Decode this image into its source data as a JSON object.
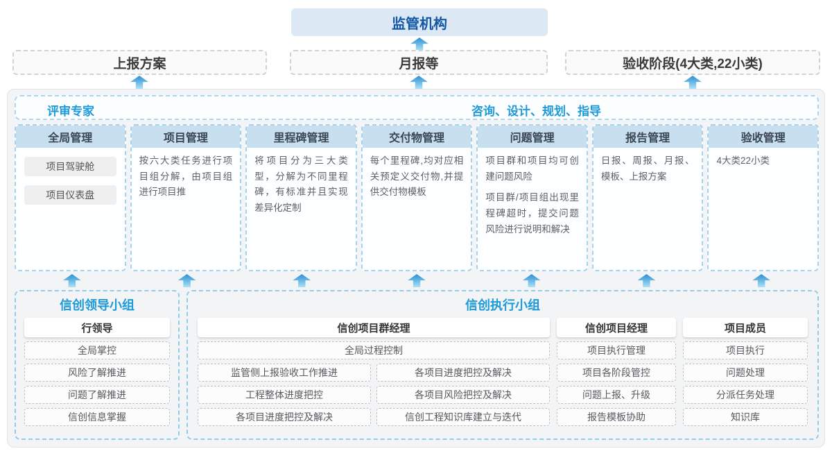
{
  "top": {
    "regulator": "监管机构"
  },
  "report_row": [
    {
      "label": "上报方案"
    },
    {
      "label": "月报等"
    },
    {
      "label": "验收阶段(4大类,22小类)"
    }
  ],
  "panel": {
    "expert_left": "评审专家",
    "expert_right": "咨询、设计、规划、指导",
    "columns": [
      {
        "title": "全局管理",
        "chips": [
          "项目驾驶舱",
          "项目仪表盘"
        ]
      },
      {
        "title": "项目管理",
        "paras": [
          "按六大类任务进行项目组分解，由项目组进行项目推"
        ]
      },
      {
        "title": "里程碑管理",
        "paras": [
          "将项目分为三大类型，分解为不同里程碑，有标准并且实现差异化定制"
        ]
      },
      {
        "title": "交付物管理",
        "paras": [
          "每个里程碑,均对应相关预定义交付物,并提供交付物模板"
        ]
      },
      {
        "title": "问题管理",
        "paras": [
          "项目群和项目均可创建问题风险",
          "项目群/项目组出现里程碑超时，提交问题风险进行说明和解决"
        ]
      },
      {
        "title": "报告管理",
        "paras": [
          "日报、周报、月报、模板、上报方案"
        ]
      },
      {
        "title": "验收管理",
        "paras": [
          "4大类22小类"
        ]
      }
    ]
  },
  "bottom": {
    "lead_group": {
      "title": "信创领导小组",
      "role": "行领导",
      "items": [
        "全局掌控",
        "风险了解推进",
        "问题了解推进",
        "信创信息掌握"
      ]
    },
    "exec_group": {
      "title": "信创执行小组",
      "pgm": {
        "role": "信创项目群经理",
        "full_item": "全局过程控制",
        "left_items": [
          "监管侧上报验收工作推进",
          "工程整体进度把控",
          "各项目进度把控及解决"
        ],
        "right_items": [
          "各项目进度把控及解决",
          "各项目风险把控及解决",
          "信创工程知识库建立与迭代"
        ]
      },
      "pm": {
        "role": "信创项目经理",
        "items": [
          "项目执行管理",
          "项目各阶段管控",
          "问题上报、升级",
          "报告模板协助"
        ]
      },
      "member": {
        "role": "项目成员",
        "items": [
          "项目执行",
          "问题处理",
          "分派任务处理",
          "知识库"
        ]
      }
    }
  },
  "colors": {
    "accent_blue": "#1d9ad9",
    "dark_blue": "#1358a5",
    "regulator_bg": "#dce8f4",
    "column_header_bg": "#c8dff0",
    "dashed_blue_border": "#a6d2ec",
    "panel_bg": "#f3f4f6"
  }
}
